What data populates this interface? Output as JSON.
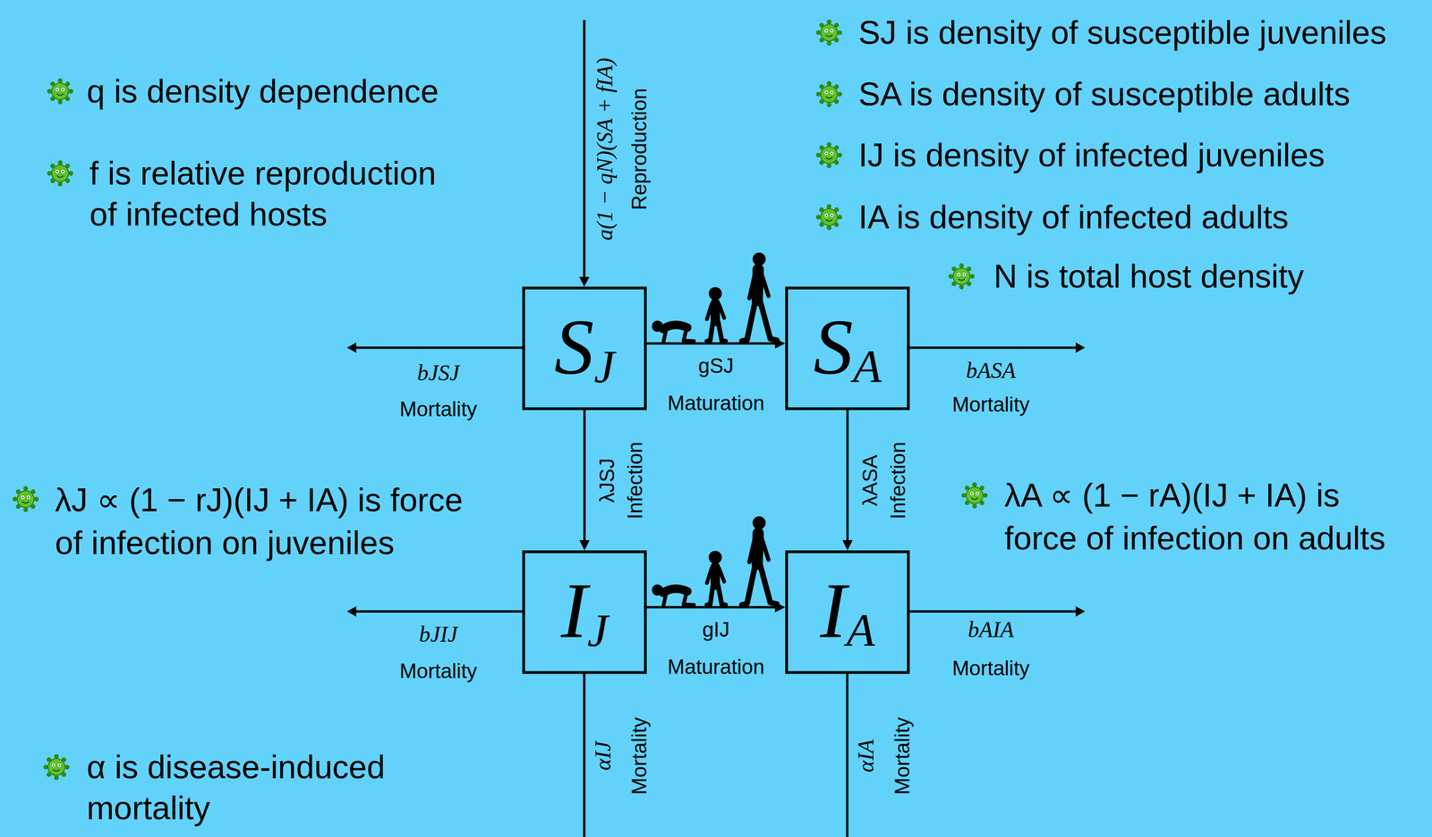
{
  "diagram": {
    "nodes": [
      {
        "text": [
          "SJ"
        ]
      },
      {
        "text": [
          "SA"
        ]
      },
      {
        "text": [
          "IJ"
        ]
      },
      {
        "text": [
          "IA"
        ]
      }
    ],
    "edges": [
      {
        "from": 0,
        "to": 1,
        "arrow": "to",
        "label": "gSJ Maturation"
      },
      {
        "from": 0,
        "to": 2,
        "arrow": "to",
        "label": "λJSJ Infection"
      },
      {
        "from": 1,
        "to": 3,
        "arrow": "to",
        "label": "λASA Infection"
      },
      {
        "from": 2,
        "to": 3,
        "arrow": "to",
        "label": "gIJ Maturation"
      }
    ],
    "labels": [
      "q is density dependence",
      "f is relative reproduction of infected hosts",
      "a(1 − qN)(SA + fIA)",
      "Reproduction",
      "SJ is density of susceptible juveniles",
      "SA is density of susceptible adults",
      "IJ is density of infected juveniles",
      "IA is density of infected adults",
      "N is total host density",
      "bJSJ",
      "Mortality",
      "bASA",
      "Mortality",
      "λJ ∝ (1 − rJ)(IJ + IA) is force of infection on juveniles",
      "λA ∝ (1 − rA)(IJ + IA) is force of infection on adults",
      "bJIJ",
      "Mortality",
      "bAIA",
      "Mortality",
      "αIJ",
      "Mortality",
      "αIA",
      "Mortality",
      "α is disease-induced mortality"
    ]
  }
}
